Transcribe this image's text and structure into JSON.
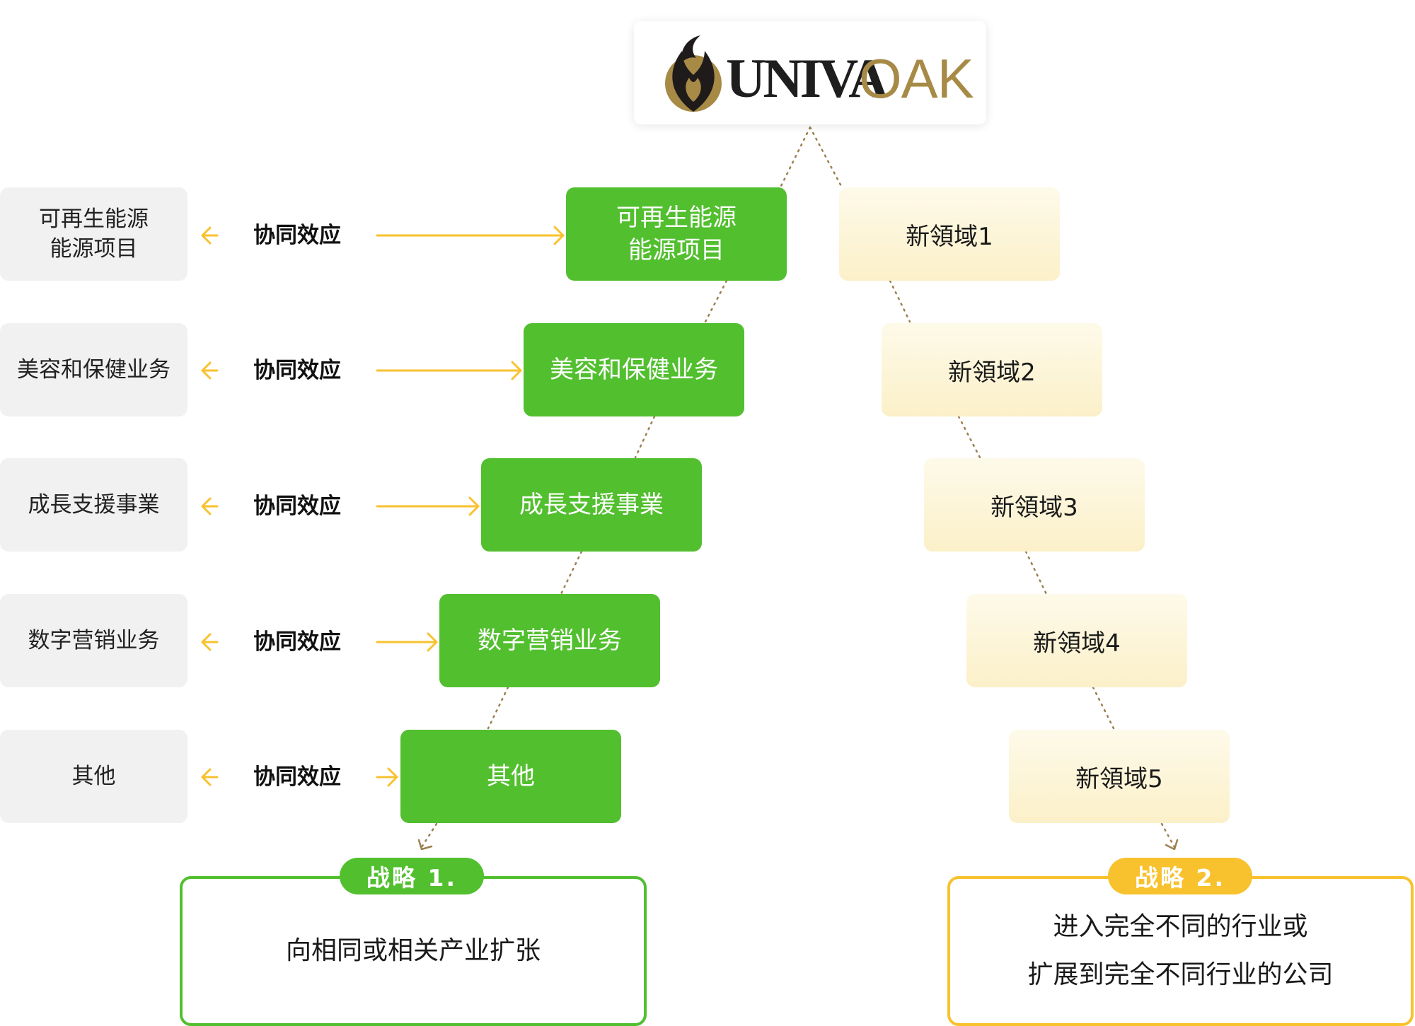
{
  "logo": {
    "text_bold": "UNIVA",
    "text_light": "OAK",
    "brand_color": "#a68a46"
  },
  "colors": {
    "green": "#52bf2f",
    "yellow": "#f8c22e",
    "cream": "#fbf0c8",
    "gray": "#f1f1f1"
  },
  "rows": [
    {
      "left_label": "可再生能源\n能源项目",
      "synergy": "协同效应",
      "green_label": "可再生能源\n能源项目",
      "new_domain": "新領域1"
    },
    {
      "left_label": "美容和保健业务",
      "synergy": "协同效应",
      "green_label": "美容和保健业务",
      "new_domain": "新領域2"
    },
    {
      "left_label": "成長支援事業",
      "synergy": "协同效应",
      "green_label": "成長支援事業",
      "new_domain": "新領域3"
    },
    {
      "left_label": "数字营销业务",
      "synergy": "协同效应",
      "green_label": "数字营销业务",
      "new_domain": "新領域4"
    },
    {
      "left_label": "其他",
      "synergy": "协同效应",
      "green_label": "其他",
      "new_domain": "新領域5"
    }
  ],
  "strategy1": {
    "pill": "战略 1.",
    "text": "向相同或相关产业扩张"
  },
  "strategy2": {
    "pill": "战略 2.",
    "text": "进入完全不同的行业或\n扩展到完全不同行业的公司"
  }
}
